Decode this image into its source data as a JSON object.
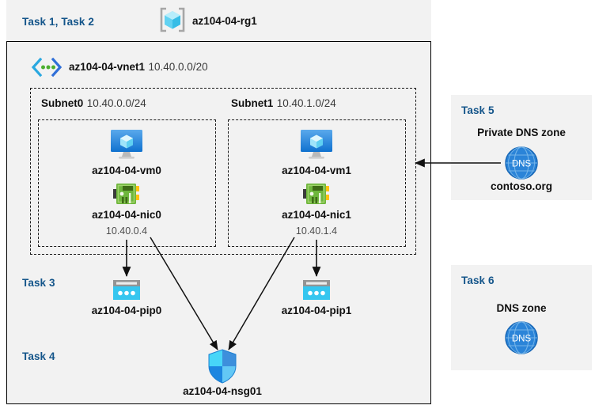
{
  "diagram": {
    "title_group": {
      "task_label": "Task 1, Task 2",
      "resource_group_name": "az104-04-rg1",
      "resource_group_icon": "resource-group-cube-icon"
    },
    "vnet": {
      "icon": "virtual-network-icon",
      "name": "az104-04-vnet1",
      "address_space": "10.40.0.0/20"
    },
    "subnets": [
      {
        "label": "Subnet0",
        "cidr": "10.40.0.0/24",
        "vm": {
          "icon": "virtual-machine-icon",
          "name": "az104-04-vm0"
        },
        "nic": {
          "icon": "network-interface-icon",
          "name": "az104-04-nic0",
          "ip": "10.40.0.4"
        }
      },
      {
        "label": "Subnet1",
        "cidr": "10.40.1.0/24",
        "vm": {
          "icon": "virtual-machine-icon",
          "name": "az104-04-vm1"
        },
        "nic": {
          "icon": "network-interface-icon",
          "name": "az104-04-nic1",
          "ip": "10.40.1.4"
        }
      }
    ],
    "task3": {
      "task_label": "Task 3",
      "public_ips": [
        {
          "icon": "public-ip-address-icon",
          "name": "az104-04-pip0"
        },
        {
          "icon": "public-ip-address-icon",
          "name": "az104-04-pip1"
        }
      ]
    },
    "task4": {
      "task_label": "Task 4",
      "nsg": {
        "icon": "network-security-group-shield-icon",
        "name": "az104-04-nsg01"
      }
    },
    "task5": {
      "task_label": "Task 5",
      "heading": "Private DNS zone",
      "icon": "dns-globe-icon",
      "zone_name": "contoso.org"
    },
    "task6": {
      "task_label": "Task 6",
      "heading": "DNS zone",
      "icon": "dns-globe-icon"
    },
    "colors": {
      "task_label_blue": "#14558a",
      "panel_gray": "#f2f2f2",
      "page_white": "#ffffff",
      "border_black": "#000000",
      "vm_blue": "#2f7fd4",
      "nic_green": "#5e9e32",
      "pip_cyan": "#35c6ef",
      "nsg_blue": "#1e90e8",
      "dns_blue": "#1f7ad4",
      "rg_cube_cyan": "#6fd8f5"
    }
  }
}
